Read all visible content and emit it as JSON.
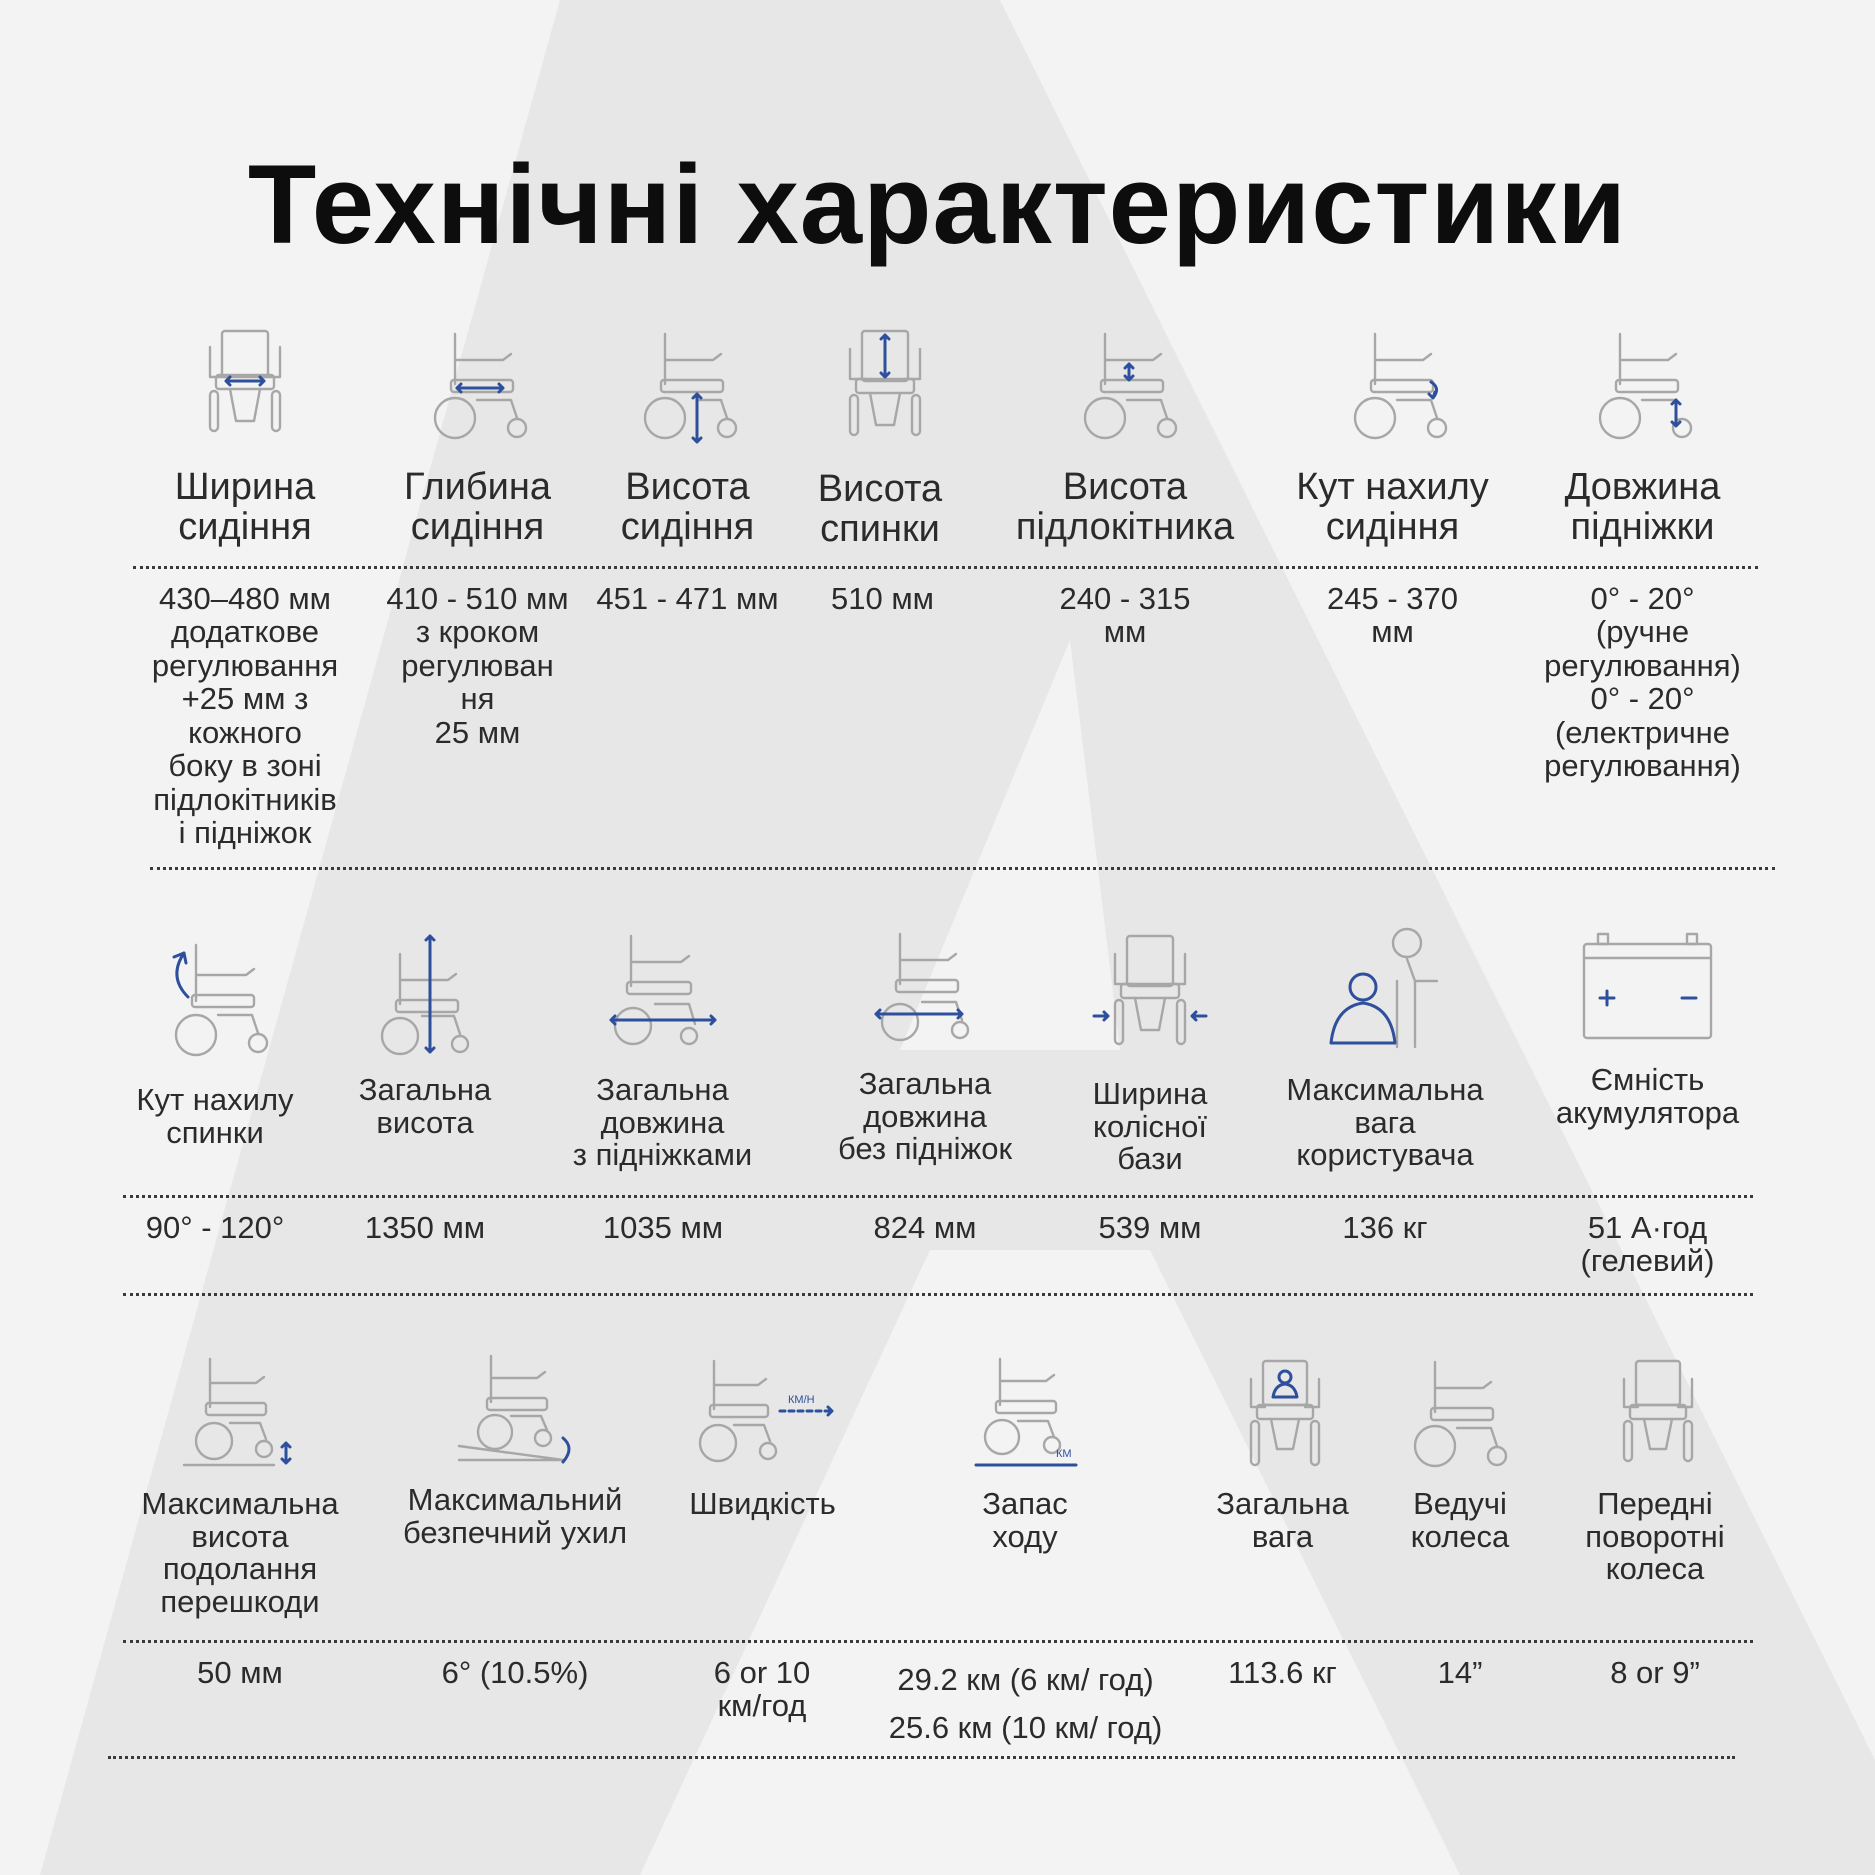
{
  "title": "Технічні характеристики",
  "colors": {
    "accent": "#2e4f9c",
    "icon_gray": "#a7a7a7",
    "text": "#2b2b2b",
    "background": "#f3f3f3"
  },
  "row1": [
    {
      "icon": "seat-width-icon",
      "label": "Ширина\nсидіння",
      "value": "430–480 мм\nдодаткове\nрегулювання\n+25 мм з\nкожного\nбоку в зоні\nпідлокітників\nі підніжок"
    },
    {
      "icon": "seat-depth-icon",
      "label": "Глибина\nсидіння",
      "value": "410 - 510 мм\nз кроком\nрегулюван\nня\n25 мм"
    },
    {
      "icon": "seat-height-icon",
      "label": "Висота\nсидіння",
      "value": "451 - 471 мм"
    },
    {
      "icon": "backrest-height-icon",
      "label": "Висота\nспинки",
      "value": "510 мм"
    },
    {
      "icon": "armrest-height-icon",
      "label": "Висота\nпідлокітника",
      "value": "240 - 315\nмм"
    },
    {
      "icon": "seat-tilt-icon",
      "label": "Кут нахилу\nсидіння",
      "value": "245 - 370\nмм"
    },
    {
      "icon": "footrest-length-icon",
      "label": "Довжина\nпідніжки",
      "value": "0° - 20°\n(ручне\nрегулювання)\n0° - 20°\n(електричне\nрегулювання)"
    }
  ],
  "row2": [
    {
      "icon": "backrest-tilt-icon",
      "label": "Кут нахилу\nспинки",
      "value": "90° - 120°"
    },
    {
      "icon": "total-height-icon",
      "label": "Загальна\nвисота",
      "value": "1350 мм"
    },
    {
      "icon": "length-with-footrests-icon",
      "label": "Загальна\nдовжина\nз підніжками",
      "value": "1035 мм"
    },
    {
      "icon": "length-without-footrests-icon",
      "label": "Загальна\nдовжина\nбез підніжок",
      "value": "824 мм"
    },
    {
      "icon": "wheelbase-width-icon",
      "label": "Ширина\nколісної\nбази",
      "value": "539 мм"
    },
    {
      "icon": "max-user-weight-icon",
      "label": "Максимальна\nвага\nкористувача",
      "value": "136 кг"
    },
    {
      "icon": "battery-icon",
      "label": "Ємність\nакумулятора",
      "value": "51 А·год\n(гелевий)"
    }
  ],
  "row3": [
    {
      "icon": "max-obstacle-height-icon",
      "label": "Максимальна\nвисота\nподолання\nперешкоди",
      "value": "50 мм"
    },
    {
      "icon": "max-safe-slope-icon",
      "label": "Максимальний\nбезпечний ухил",
      "value": "6° (10.5%)"
    },
    {
      "icon": "speed-icon",
      "label": "Швидкість",
      "value": "6 or 10\nкм/год",
      "icon_text": "КМ/Н"
    },
    {
      "icon": "range-icon",
      "label": "Запас\nходу",
      "value": "29.2 км (6 км/ год)\n25.6 км (10 км/ год)",
      "icon_text": "КМ"
    },
    {
      "icon": "total-weight-icon",
      "label": "Загальна\nвага",
      "value": "113.6 кг"
    },
    {
      "icon": "drive-wheels-icon",
      "label": "Ведучі\nколеса",
      "value": "14”"
    },
    {
      "icon": "front-caster-wheels-icon",
      "label": "Передні\nповоротні\nколеса",
      "value": "8 or 9”"
    }
  ]
}
